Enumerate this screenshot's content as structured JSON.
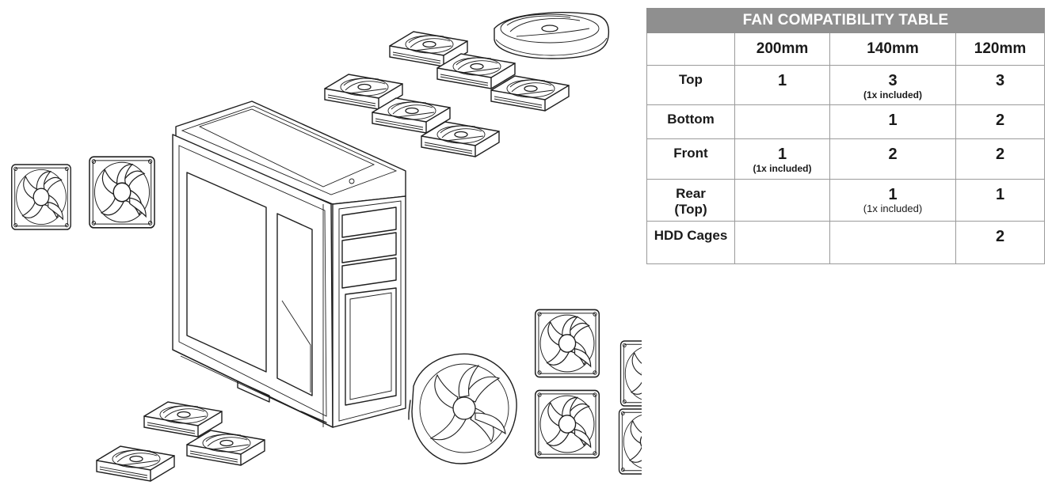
{
  "table": {
    "title": "FAN COMPATIBILITY TABLE",
    "columns": [
      "",
      "200mm",
      "140mm",
      "120mm"
    ],
    "rows": [
      {
        "label": "Top",
        "c200": "1",
        "c200_note": "",
        "c140": "3",
        "c140_note": "(1x included)",
        "c120": "3"
      },
      {
        "label": "Bottom",
        "c200": "",
        "c200_note": "",
        "c140": "1",
        "c140_note": "",
        "c120": "2"
      },
      {
        "label": "Front",
        "c200": "1",
        "c200_note": "(1x included)",
        "c140": "2",
        "c140_note": "",
        "c120": "2"
      },
      {
        "label_line1": "Rear",
        "label_line2": "(Top)",
        "c200": "",
        "c200_note": "",
        "c140": "1",
        "c140_note": "(1x included)",
        "c120": "1"
      },
      {
        "label": "HDD Cages",
        "c200": "",
        "c200_note": "",
        "c140": "",
        "c140_note": "",
        "c120": "2"
      }
    ]
  },
  "colors": {
    "title_bar": "#8f8f8f",
    "grid": "#9a9a9a",
    "line_art": "#1f1f1f"
  },
  "illustration": {
    "subject": "pc-case-with-fans",
    "icons": [
      "pc-case-icon",
      "fan-icon"
    ]
  }
}
